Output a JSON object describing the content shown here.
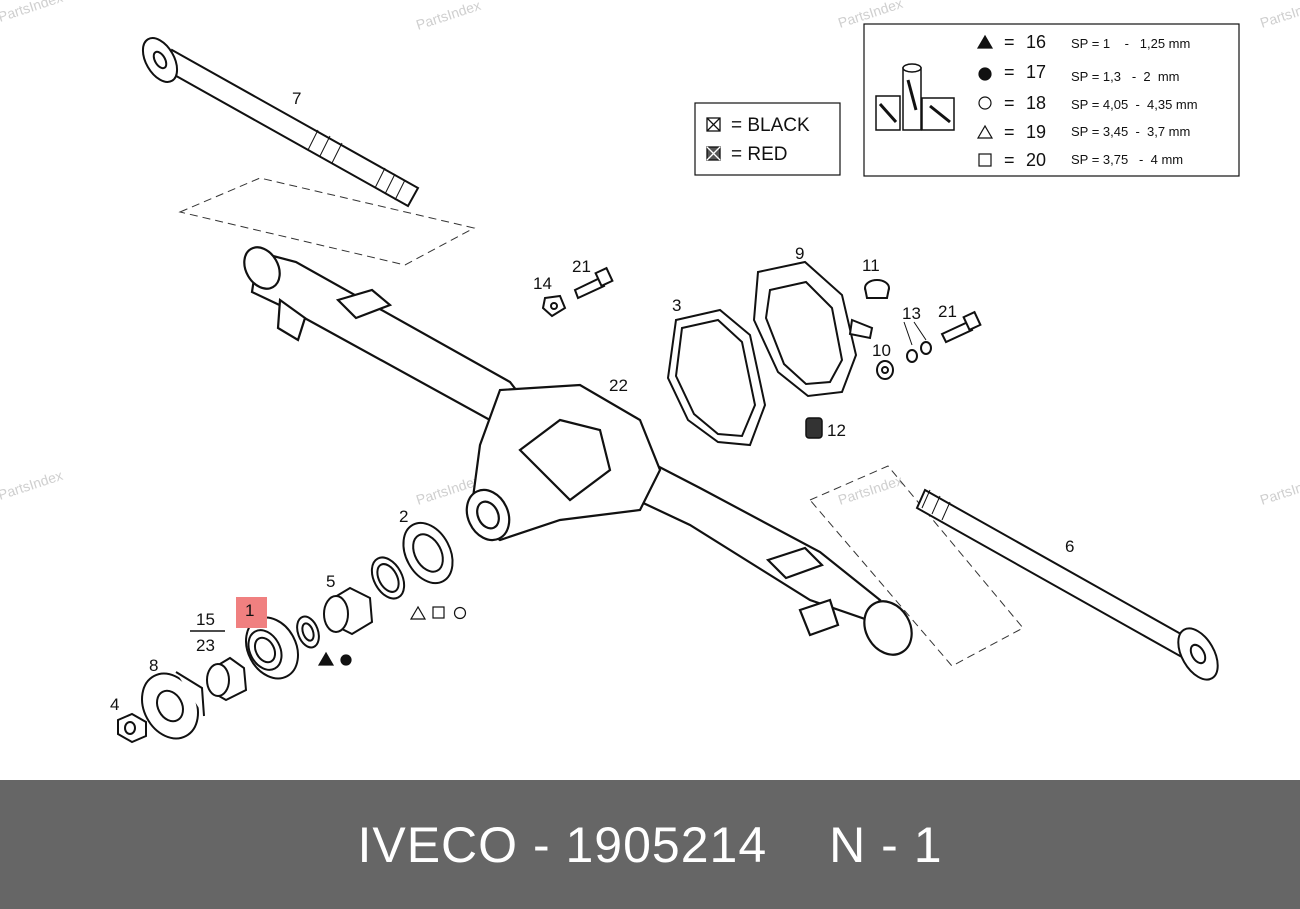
{
  "watermark": "PartsIndex",
  "footer": {
    "brand_part": "IVECO - 1905214",
    "position": "N - 1"
  },
  "color_legend": {
    "items": [
      {
        "symbol": "x-hatched-square",
        "text": "= BLACK"
      },
      {
        "symbol": "x-filled-square",
        "text": "= RED"
      }
    ]
  },
  "shim_legend": {
    "rows": [
      {
        "symbol": "filled-triangle",
        "num": "16",
        "sp": "SP = 1    -   1,25 mm"
      },
      {
        "symbol": "filled-circle",
        "num": "17",
        "sp": "SP = 1,3   -  2  mm"
      },
      {
        "symbol": "open-circle",
        "num": "18",
        "sp": "SP = 4,05  -  4,35 mm"
      },
      {
        "symbol": "open-triangle",
        "num": "19",
        "sp": "SP = 3,45  -  3,7 mm"
      },
      {
        "symbol": "open-square",
        "num": "20",
        "sp": "SP = 3,75   -  4 mm"
      }
    ]
  },
  "labels": {
    "p1": "1",
    "p2": "2",
    "p3": "3",
    "p4": "4",
    "p5": "5",
    "p6": "6",
    "p7": "7",
    "p8": "8",
    "p9": "9",
    "p10": "10",
    "p11": "11",
    "p12": "12",
    "p13": "13",
    "p14": "14",
    "p15": "15",
    "p21a": "21",
    "p21b": "21",
    "p22": "22",
    "p23": "23"
  },
  "highlight_color": "#f08080"
}
